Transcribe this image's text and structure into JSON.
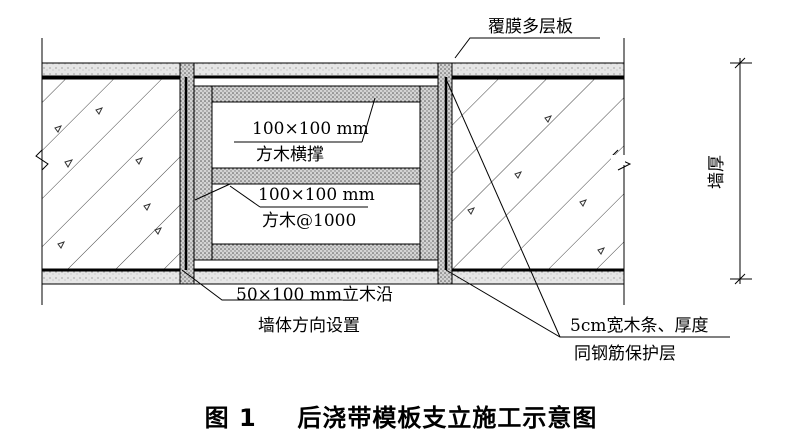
{
  "diagram": {
    "labels": {
      "film_board": "覆膜多层板",
      "crossbar_size": "100×100 mm",
      "crossbar_name": "方木横撑",
      "timber_size": "100×100 mm",
      "timber_spacing": "方木@1000",
      "post_line1": "50×100 mm立木沿",
      "post_line2": "墙体方向设置",
      "strip_line1": "5cm宽木条、厚度",
      "strip_line2": "同钢筋保护层",
      "wall_thickness": "墙厚"
    },
    "caption": {
      "number": "图 1",
      "title": "后浇带模板支立施工示意图"
    }
  }
}
